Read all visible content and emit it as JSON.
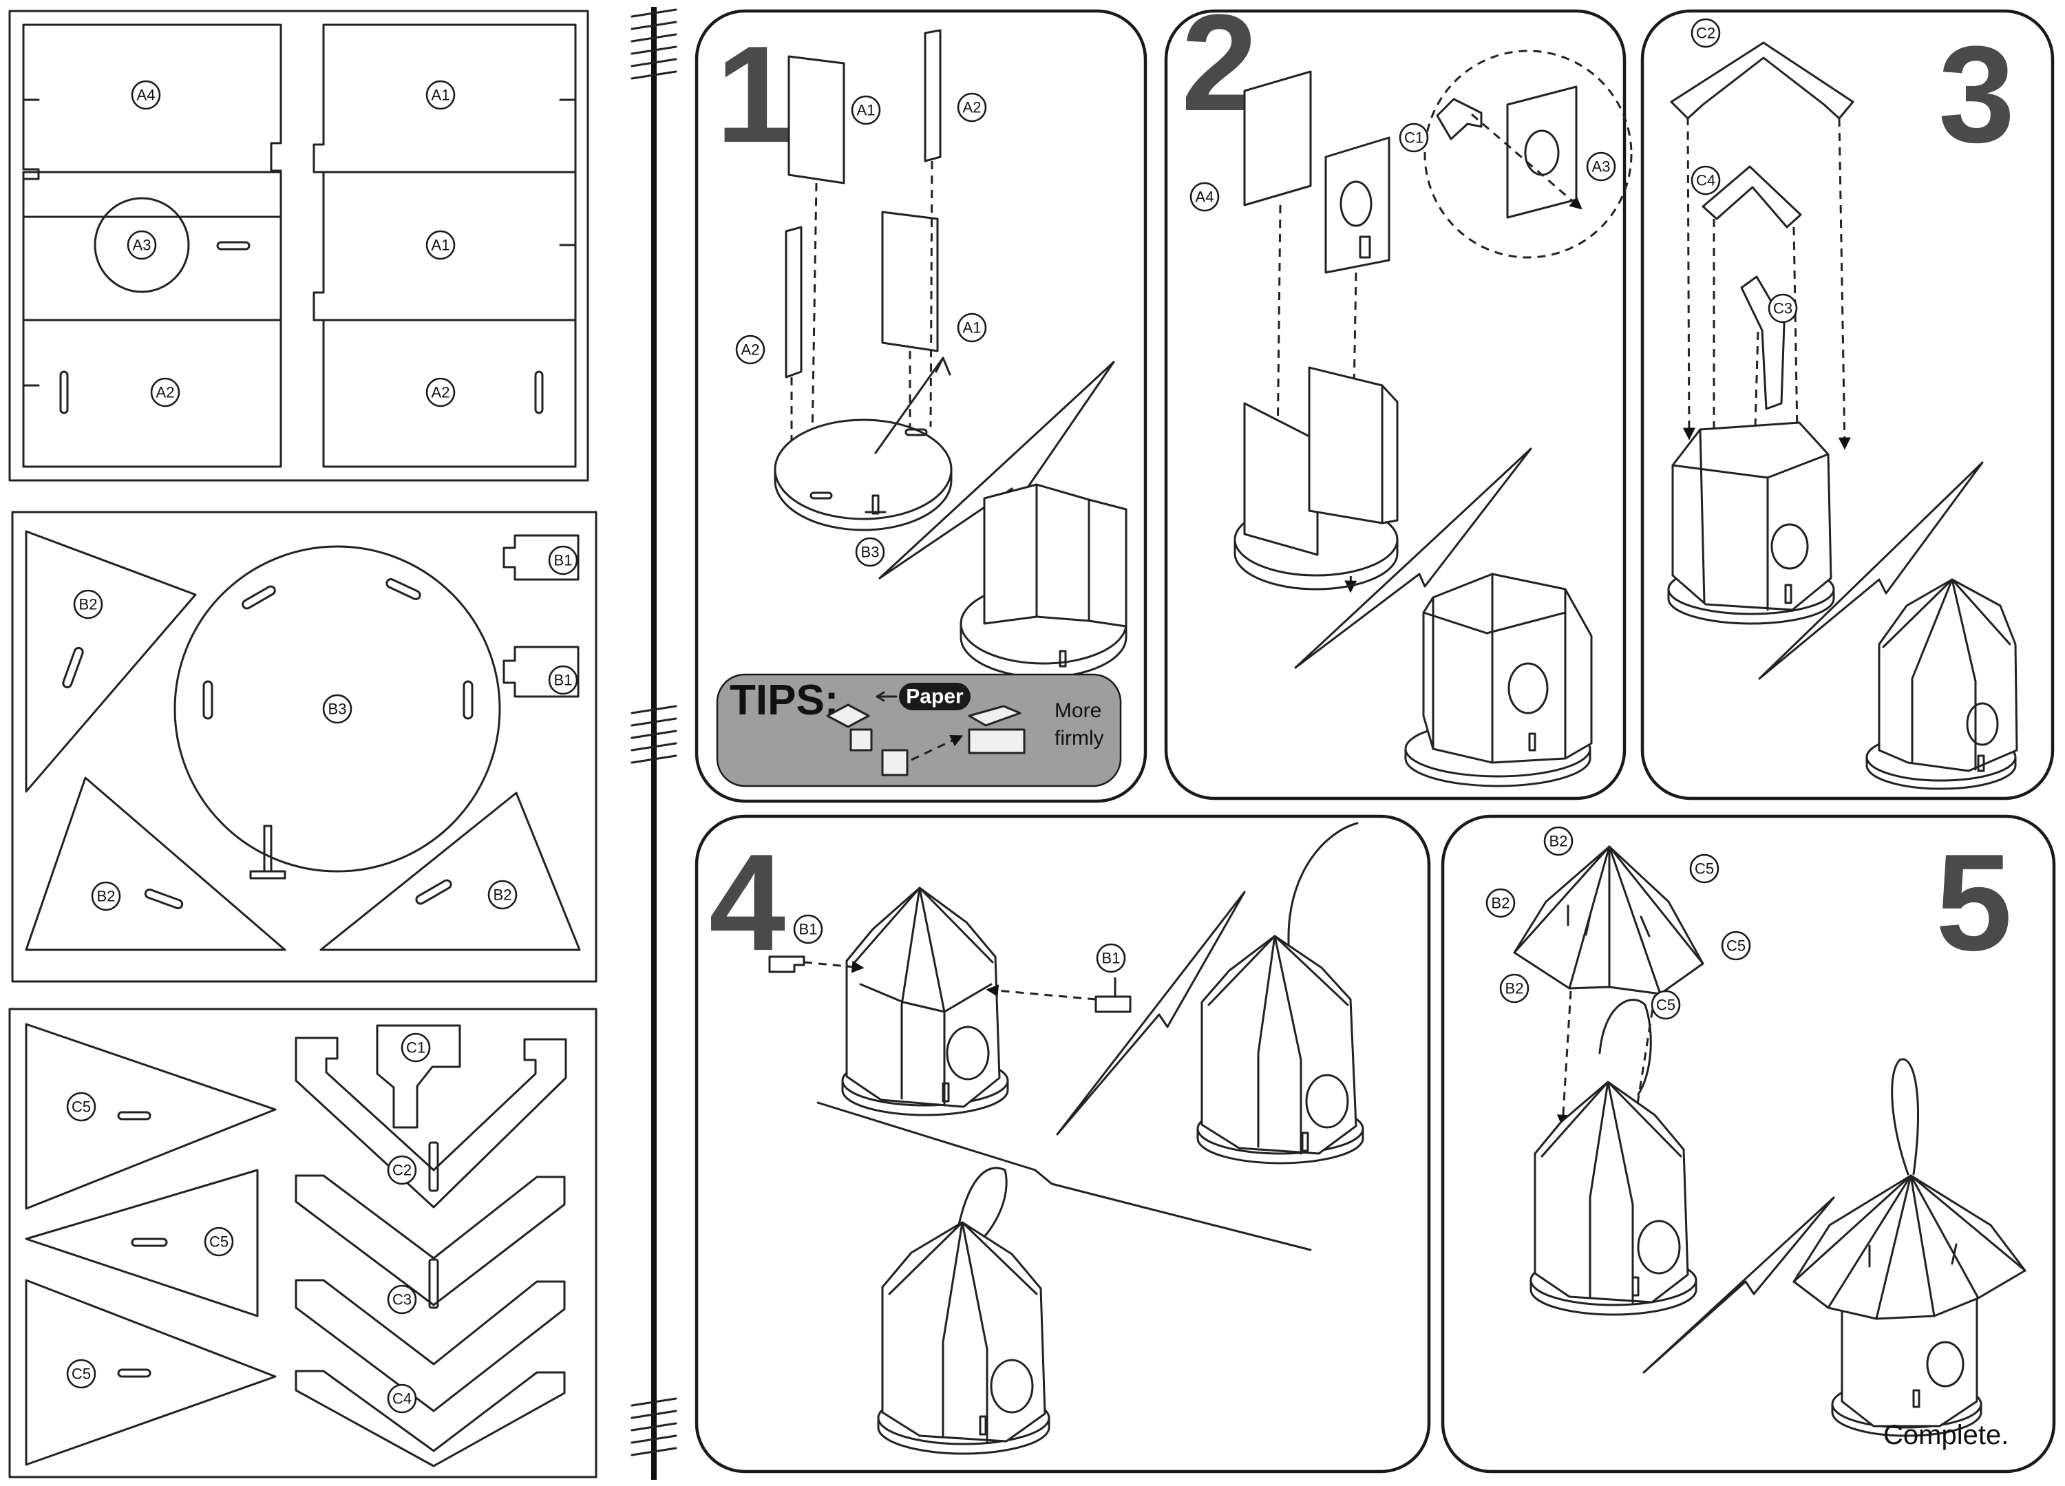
{
  "parts_sheets": {
    "sheet_a": [
      "A4",
      "A1",
      "A3",
      "A1",
      "A2",
      "A2"
    ],
    "sheet_b": [
      "B1",
      "B1",
      "B2",
      "B3",
      "B2",
      "B2"
    ],
    "sheet_c": [
      "C1",
      "C2",
      "C3",
      "C4",
      "C5",
      "C5",
      "C5"
    ]
  },
  "steps": [
    {
      "number": "1",
      "labels": [
        "A1",
        "A2",
        "A2",
        "A1",
        "B3"
      ]
    },
    {
      "number": "2",
      "labels": [
        "A4",
        "C1",
        "A3"
      ]
    },
    {
      "number": "3",
      "labels": [
        "C2",
        "C4",
        "C3"
      ]
    },
    {
      "number": "4",
      "labels": [
        "B1",
        "B1"
      ]
    },
    {
      "number": "5",
      "labels": [
        "B2",
        "B2",
        "B2",
        "C5",
        "C5",
        "C5"
      ]
    }
  ],
  "tips": {
    "title": "TIPS:",
    "paper_badge": "Paper",
    "more_firmly": [
      "More",
      "firmly"
    ]
  },
  "complete_text": "Complete.",
  "colors": {
    "line": "#222222",
    "tips_background": "#9e9e9e",
    "step_number": "#4a4a4a",
    "paper_badge": "#1a1a1a"
  }
}
